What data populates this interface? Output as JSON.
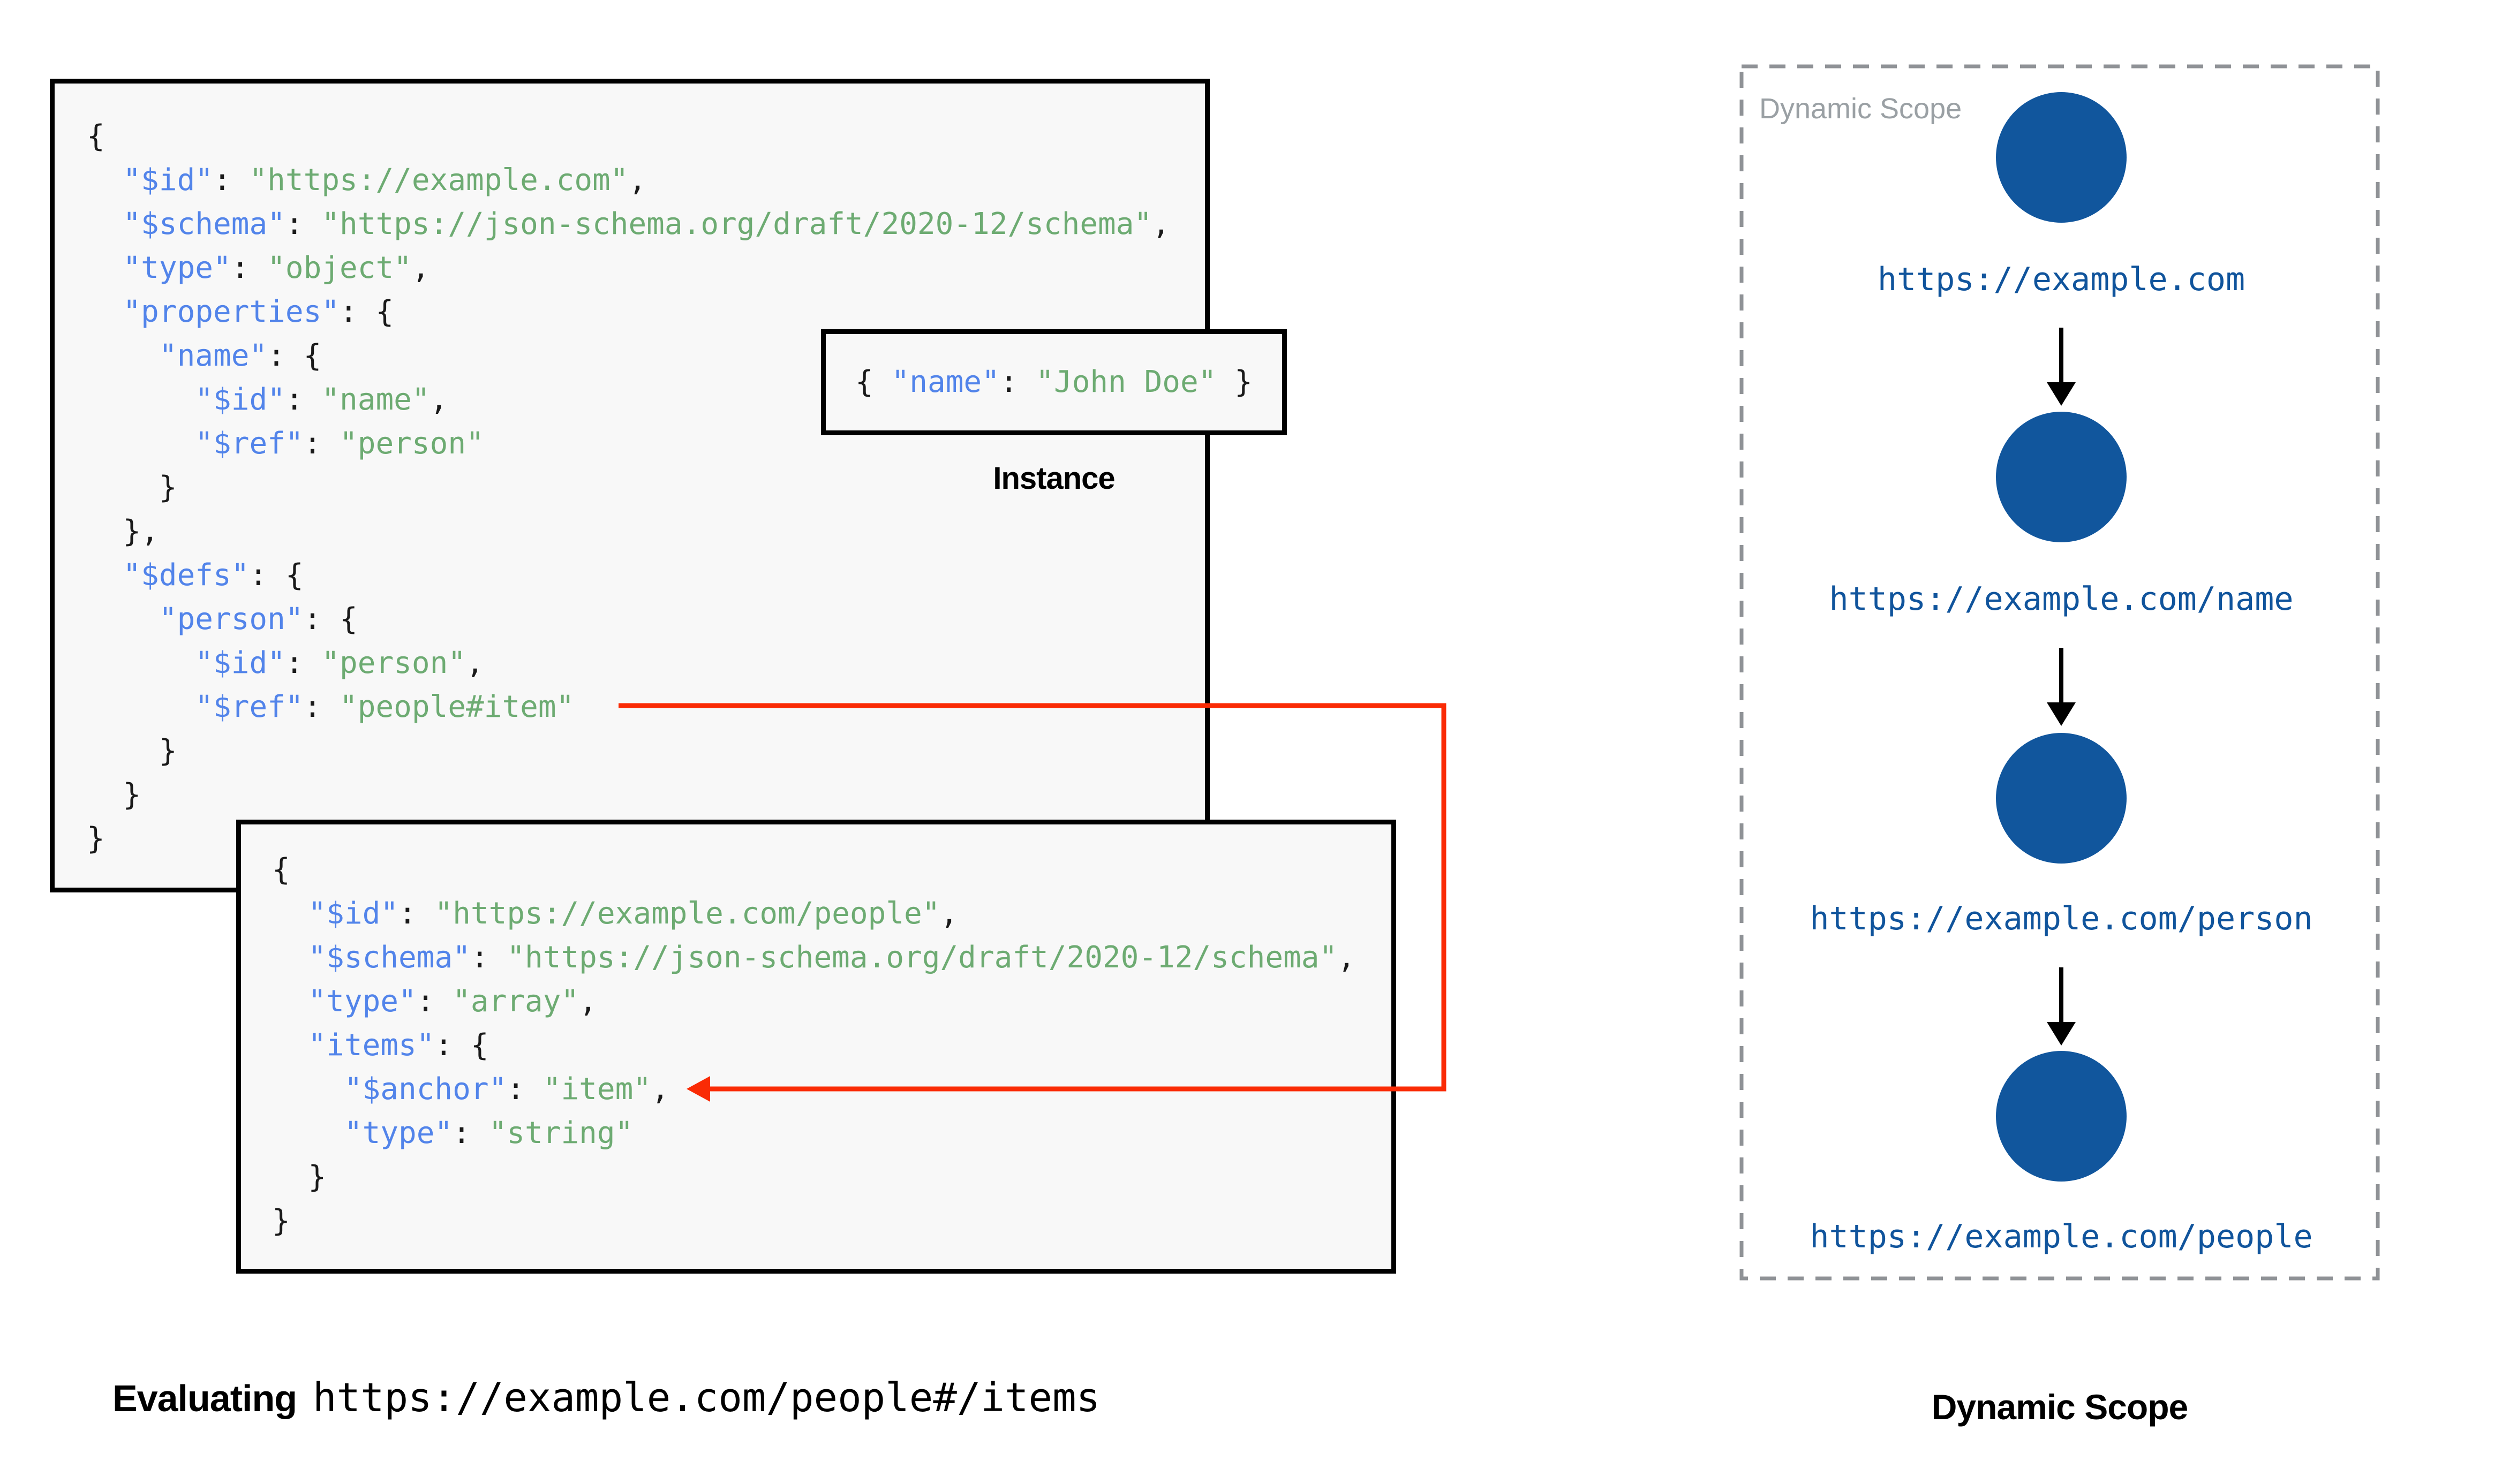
{
  "palette": {
    "key_blue": "#5284ea",
    "value_green": "#6dab72",
    "punct_black": "#1a1a1a",
    "node_blue": "#11569d",
    "url_blue": "#10549c",
    "red": "#fa2b05",
    "box_bg": "#f8f8f8",
    "box_border": "#000000",
    "dash_gray": "#8f9296",
    "watermark_gray": "#9aa0a4"
  },
  "schema1": {
    "lines": [
      [
        [
          "p",
          "{"
        ]
      ],
      [
        [
          "p",
          "  "
        ],
        [
          "k",
          "\"$id\""
        ],
        [
          "p",
          ": "
        ],
        [
          "v",
          "\"https://example.com\""
        ],
        [
          "p",
          ","
        ]
      ],
      [
        [
          "p",
          "  "
        ],
        [
          "k",
          "\"$schema\""
        ],
        [
          "p",
          ": "
        ],
        [
          "v",
          "\"https://json-schema.org/draft/2020-12/schema\""
        ],
        [
          "p",
          ","
        ]
      ],
      [
        [
          "p",
          "  "
        ],
        [
          "k",
          "\"type\""
        ],
        [
          "p",
          ": "
        ],
        [
          "v",
          "\"object\""
        ],
        [
          "p",
          ","
        ]
      ],
      [
        [
          "p",
          "  "
        ],
        [
          "k",
          "\"properties\""
        ],
        [
          "p",
          ": {"
        ]
      ],
      [
        [
          "p",
          "    "
        ],
        [
          "k",
          "\"name\""
        ],
        [
          "p",
          ": {"
        ]
      ],
      [
        [
          "p",
          "      "
        ],
        [
          "k",
          "\"$id\""
        ],
        [
          "p",
          ": "
        ],
        [
          "v",
          "\"name\""
        ],
        [
          "p",
          ","
        ]
      ],
      [
        [
          "p",
          "      "
        ],
        [
          "k",
          "\"$ref\""
        ],
        [
          "p",
          ": "
        ],
        [
          "v",
          "\"person\""
        ]
      ],
      [
        [
          "p",
          "    }"
        ]
      ],
      [
        [
          "p",
          "  },"
        ]
      ],
      [
        [
          "p",
          "  "
        ],
        [
          "k",
          "\"$defs\""
        ],
        [
          "p",
          ": {"
        ]
      ],
      [
        [
          "p",
          "    "
        ],
        [
          "k",
          "\"person\""
        ],
        [
          "p",
          ": {"
        ]
      ],
      [
        [
          "p",
          "      "
        ],
        [
          "k",
          "\"$id\""
        ],
        [
          "p",
          ": "
        ],
        [
          "v",
          "\"person\""
        ],
        [
          "p",
          ","
        ]
      ],
      [
        [
          "p",
          "      "
        ],
        [
          "k",
          "\"$ref\""
        ],
        [
          "p",
          ": "
        ],
        [
          "v",
          "\"people#item\""
        ]
      ],
      [
        [
          "p",
          "    }"
        ]
      ],
      [
        [
          "p",
          "  }"
        ]
      ],
      [
        [
          "p",
          "}"
        ]
      ]
    ]
  },
  "instance": {
    "label": "Instance",
    "lines": [
      [
        [
          "p",
          "{ "
        ],
        [
          "k",
          "\"name\""
        ],
        [
          "p",
          ": "
        ],
        [
          "v",
          "\"John Doe\""
        ],
        [
          "p",
          " }"
        ]
      ]
    ]
  },
  "schema2": {
    "lines": [
      [
        [
          "p",
          "{"
        ]
      ],
      [
        [
          "p",
          "  "
        ],
        [
          "k",
          "\"$id\""
        ],
        [
          "p",
          ": "
        ],
        [
          "v",
          "\"https://example.com/people\""
        ],
        [
          "p",
          ","
        ]
      ],
      [
        [
          "p",
          "  "
        ],
        [
          "k",
          "\"$schema\""
        ],
        [
          "p",
          ": "
        ],
        [
          "v",
          "\"https://json-schema.org/draft/2020-12/schema\""
        ],
        [
          "p",
          ","
        ]
      ],
      [
        [
          "p",
          "  "
        ],
        [
          "k",
          "\"type\""
        ],
        [
          "p",
          ": "
        ],
        [
          "v",
          "\"array\""
        ],
        [
          "p",
          ","
        ]
      ],
      [
        [
          "p",
          "  "
        ],
        [
          "k",
          "\"items\""
        ],
        [
          "p",
          ": {"
        ]
      ],
      [
        [
          "p",
          "    "
        ],
        [
          "k",
          "\"$anchor\""
        ],
        [
          "p",
          ": "
        ],
        [
          "v",
          "\"item\""
        ],
        [
          "p",
          ","
        ]
      ],
      [
        [
          "p",
          "    "
        ],
        [
          "k",
          "\"type\""
        ],
        [
          "p",
          ": "
        ],
        [
          "v",
          "\"string\""
        ]
      ],
      [
        [
          "p",
          "  }"
        ]
      ],
      [
        [
          "p",
          "}"
        ]
      ]
    ]
  },
  "evaluating": {
    "label": "Evaluating",
    "uri": "https://example.com/people#/items"
  },
  "scope": {
    "watermark": "Dynamic Scope",
    "caption": "Dynamic Scope",
    "nodes": [
      {
        "url": "https://example.com"
      },
      {
        "url": "https://example.com/name"
      },
      {
        "url": "https://example.com/person"
      },
      {
        "url": "https://example.com/people"
      }
    ]
  }
}
